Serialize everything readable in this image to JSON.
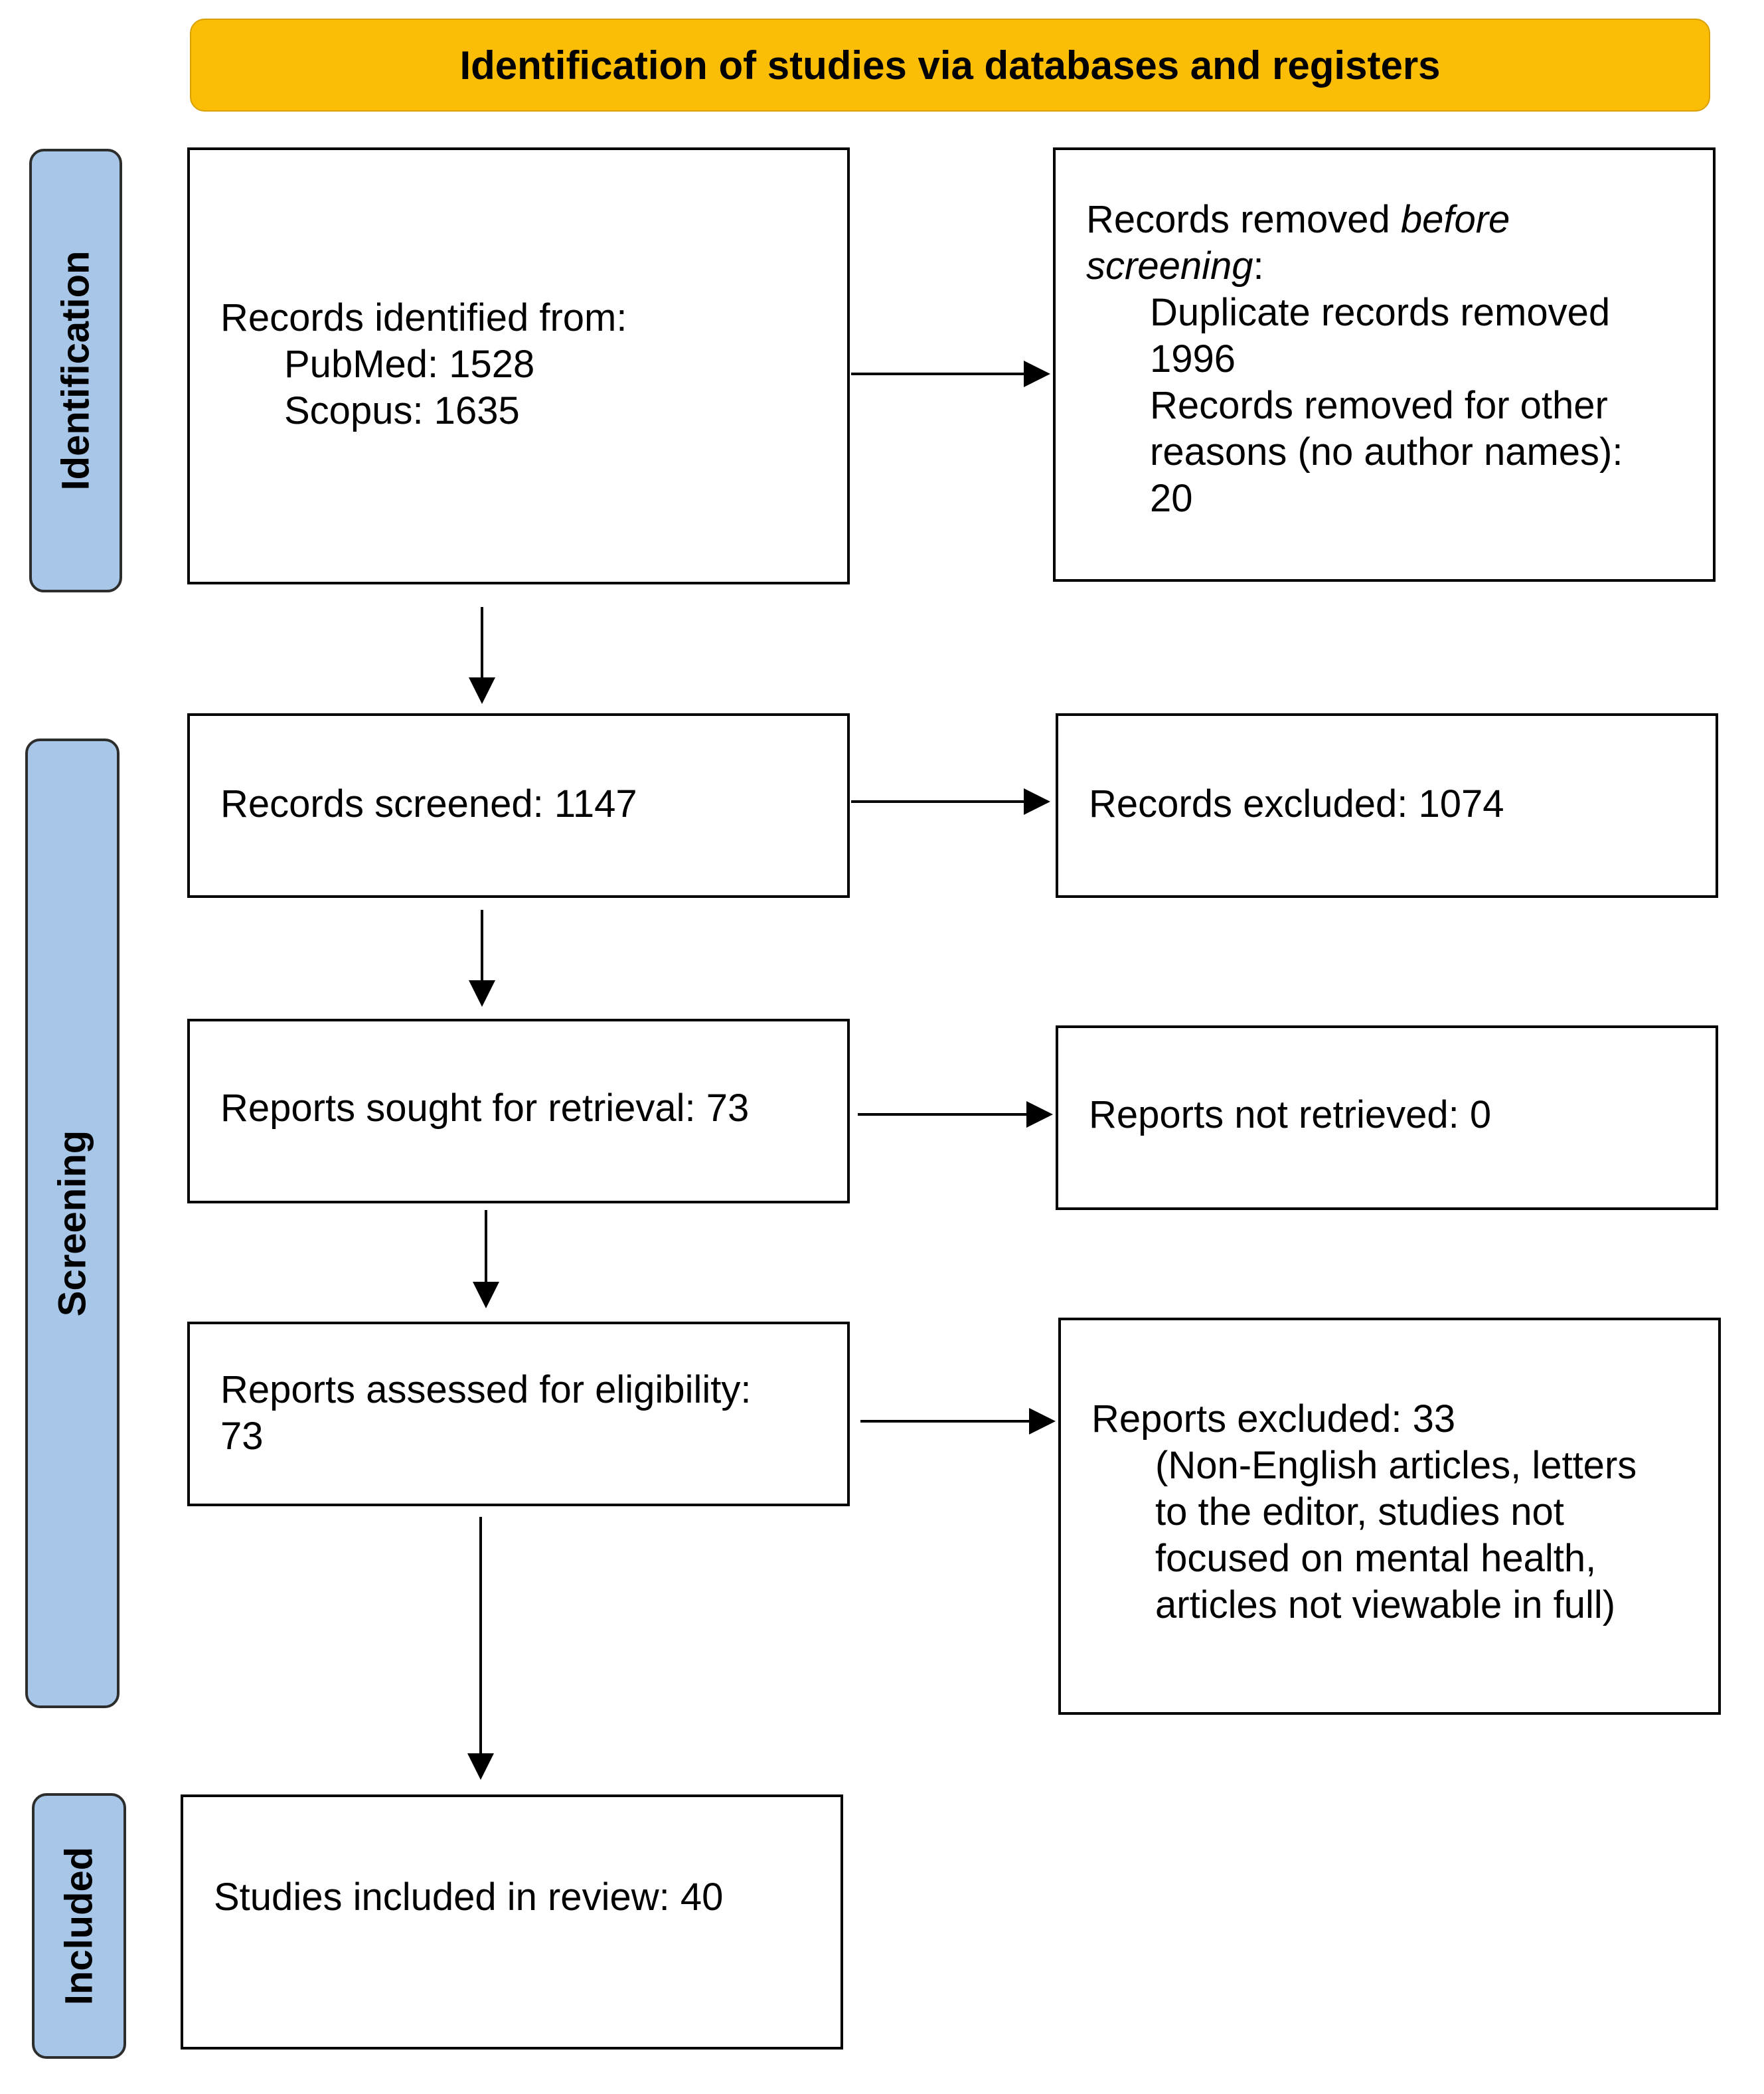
{
  "header": {
    "title": "Identification of studies via databases and registers"
  },
  "stages": {
    "identification": "Identification",
    "screening": "Screening",
    "included": "Included"
  },
  "boxes": {
    "records_identified": {
      "label": "Records identified from:",
      "pubmed": "PubMed: 1528",
      "scopus": "Scopus:  1635"
    },
    "records_removed": {
      "label_prefix": "Records removed ",
      "label_italic_1": "before",
      "label_italic_2": "screening",
      "label_suffix": ":",
      "duplicates_label": "Duplicate records removed",
      "duplicates_value": "1996",
      "other_line1": "Records removed for other",
      "other_line2": "reasons (no author names):",
      "other_value": "20"
    },
    "records_screened": "Records screened: 1147",
    "records_excluded": "Records excluded: 1074",
    "reports_sought": "Reports sought for retrieval: 73",
    "reports_not_retrieved": "Reports not retrieved: 0",
    "reports_assessed": {
      "line1": "Reports assessed for eligibility:",
      "line2": "73"
    },
    "reports_excluded": {
      "label": "Reports excluded: 33",
      "line1": "(Non-English articles, letters",
      "line2": "to the editor, studies not",
      "line3": "focused on mental health,",
      "line4": "articles not viewable in full)"
    },
    "studies_included": "Studies included in review: 40"
  }
}
